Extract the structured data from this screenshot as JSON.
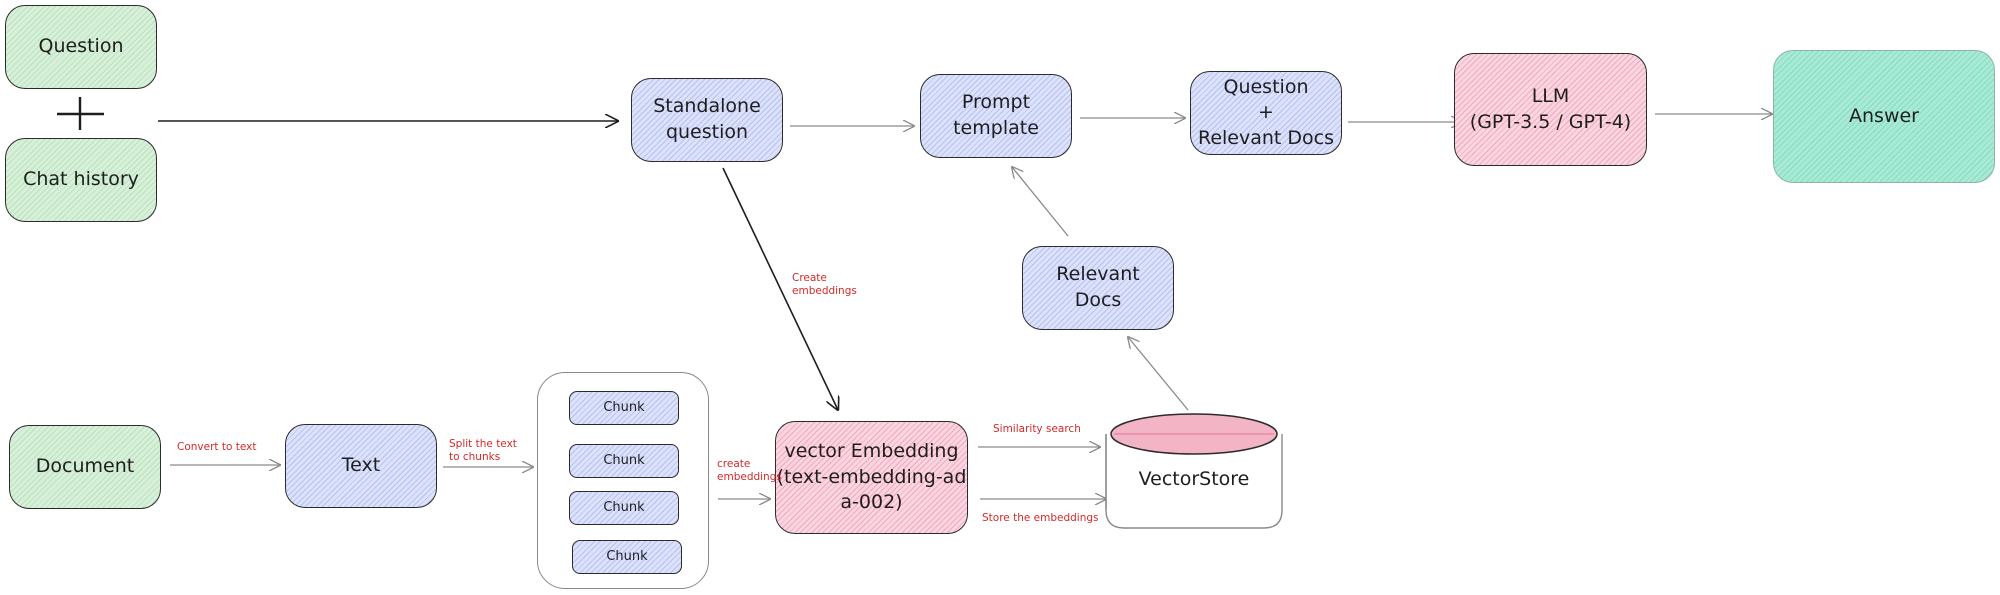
{
  "nodes": {
    "question": "Question",
    "chat_history": "Chat history",
    "standalone_question": "Standalone\nquestion",
    "prompt_template": "Prompt\ntemplate",
    "question_docs": "Question\n+\nRelevant Docs",
    "llm": "LLM\n(GPT-3.5 / GPT-4)",
    "answer": "Answer",
    "relevant_docs": "Relevant\nDocs",
    "document": "Document",
    "text": "Text",
    "chunks": [
      "Chunk",
      "Chunk",
      "Chunk",
      "Chunk"
    ],
    "vector_embedding": "vector Embedding\n(text-embedding-ad\na-002)",
    "vectorstore": "VectorStore"
  },
  "edge_labels": {
    "create_embeddings_top": "Create\nembeddings",
    "convert_to_text": "Convert to text",
    "split_text": "Split the text\nto chunks",
    "create_embeddings_chunks": "create\nembeddings",
    "similarity_search": "Similarity search",
    "store_embeddings": "Store the embeddings"
  },
  "colors": {
    "green": "#b9e2bd",
    "blue": "#b7c1f3",
    "pink": "#f1a9be",
    "teal": "#86dcc2",
    "label_red": "#d12a2a"
  }
}
